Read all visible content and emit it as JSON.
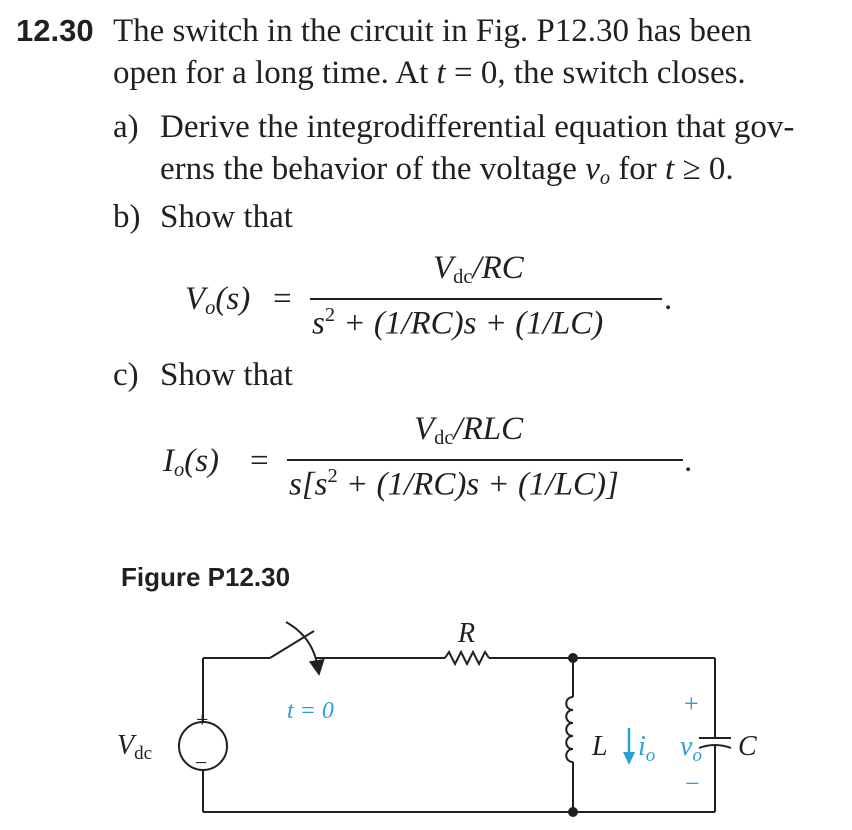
{
  "problem": {
    "number": "12.30",
    "intro_line1": "The switch in the circuit in Fig. P12.30 has been",
    "intro_line2_a": "open for a long time. At ",
    "intro_t": "t",
    "intro_line2_b": " = 0, the switch closes.",
    "part_a_label": "a)",
    "part_a_line1": "Derive the integrodifferential equation that gov-",
    "part_a_line2_a": "erns the behavior of the voltage ",
    "part_a_v": "v",
    "part_a_vsub": "o",
    "part_a_line2_b": " for ",
    "part_a_t": "t",
    "part_a_line2_c": " ≥ 0.",
    "part_b_label": "b)",
    "part_b_text": "Show that",
    "part_c_label": "c)",
    "part_c_text": "Show that"
  },
  "eq_b": {
    "lhs_var": "V",
    "lhs_sub": "o",
    "lhs_arg": "(s)",
    "equals": "=",
    "num_var": "V",
    "num_sub": "dc",
    "num_rest": "/RC",
    "den_s": "s",
    "den_exp": "2",
    "den_rest": " + (1/RC)s + (1/LC)",
    "end": "."
  },
  "eq_c": {
    "lhs_var": "I",
    "lhs_sub": "o",
    "lhs_arg": "(s)",
    "equals": "=",
    "num_var": "V",
    "num_sub": "dc",
    "num_rest": "/RLC",
    "den_a": "s[s",
    "den_exp": "2",
    "den_rest": " + (1/RC)s + (1/LC)]",
    "end": "."
  },
  "figure": {
    "title": "Figure P12.30",
    "resistor_label": "R",
    "switch_label": "t = 0",
    "source_label": "V",
    "source_sub": "dc",
    "source_plus": "+",
    "source_minus": "−",
    "inductor_label": "L",
    "current_label": "i",
    "current_sub": "o",
    "voltage_label": "v",
    "voltage_sub": "o",
    "voltage_plus": "+",
    "voltage_minus": "−",
    "capacitor_label": "C",
    "accent_color": "#2a9fd6"
  }
}
